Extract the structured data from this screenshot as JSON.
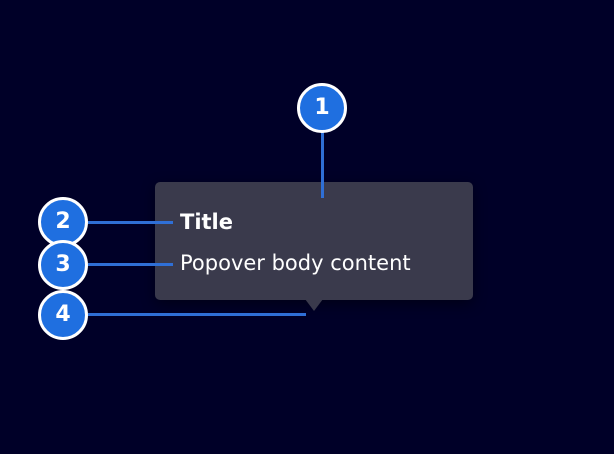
{
  "popover": {
    "title": "Title",
    "body": "Popover body content"
  },
  "callouts": [
    {
      "number": "1"
    },
    {
      "number": "2"
    },
    {
      "number": "3"
    },
    {
      "number": "4"
    }
  ],
  "colors": {
    "background": "#000028",
    "popover_surface": "#3a3a4c",
    "badge_fill": "#1f6fe0",
    "badge_border": "#ffffff",
    "connector": "#2f6fd6",
    "text": "#ffffff"
  }
}
